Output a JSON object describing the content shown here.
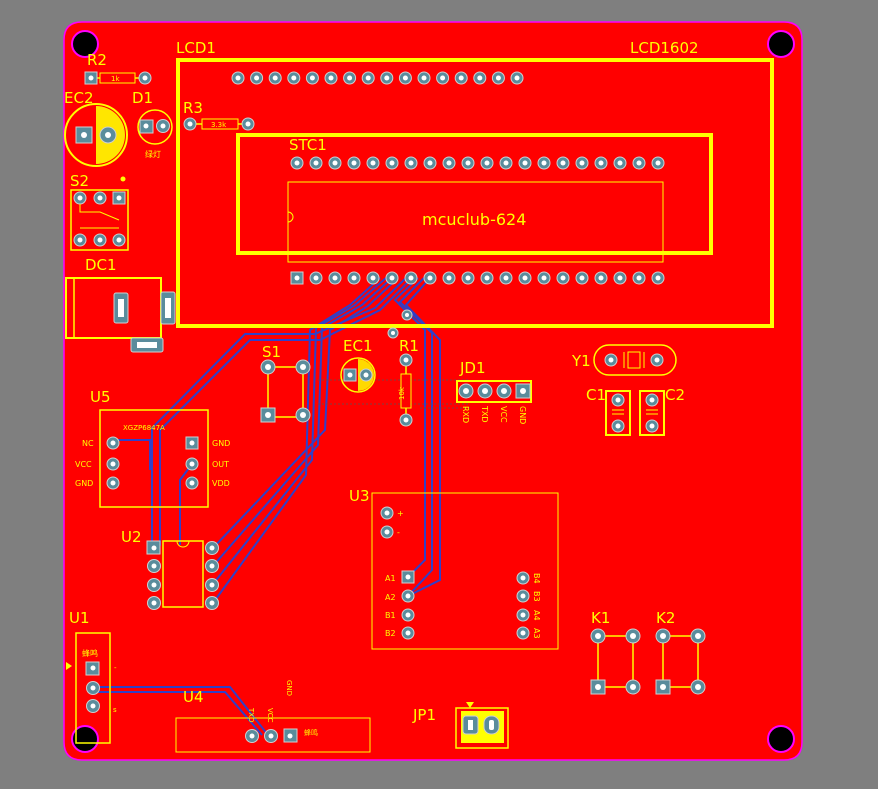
{
  "board": {
    "colors": {
      "background": "#7f7f7f",
      "copper": "#ff0000",
      "outline": "#ff00ff",
      "silkscreen": "#ffff00",
      "pad": "#5a8c9c",
      "bottom_trace": "#3040c8"
    }
  },
  "designators": {
    "lcd1": "LCD1",
    "lcd1602": "LCD1602",
    "r2": "R2",
    "ec2": "EC2",
    "d1": "D1",
    "r3": "R3",
    "stc1": "STC1",
    "s2": "S2",
    "dc1": "DC1",
    "s1": "S1",
    "ec1": "EC1",
    "r1": "R1",
    "jd1": "JD1",
    "y1": "Y1",
    "c1": "C1",
    "c2": "C2",
    "u5": "U5",
    "u2": "U2",
    "u3": "U3",
    "k1": "K1",
    "k2": "K2",
    "u1": "U1",
    "u4": "U4",
    "jp1": "JP1"
  },
  "values": {
    "r2": "1k",
    "r3": "3.3k",
    "r1": "10k",
    "d1": "绿灯",
    "mcu": "mcuclub-624",
    "u5_part": "XGZP6847A"
  },
  "pin_labels": {
    "jd1": [
      "RXD",
      "TXD",
      "VCC",
      "GND"
    ],
    "u5_left": [
      "NC",
      "VCC",
      "GND"
    ],
    "u5_right": [
      "GND",
      "OUT",
      "VDD"
    ],
    "u3_left": [
      "A1",
      "A2",
      "B1",
      "B2"
    ],
    "u3_right": [
      "B4",
      "B3",
      "A4",
      "A3"
    ],
    "u4": [
      "TXD",
      "VCC",
      "GND"
    ],
    "u4_text": "蜂鸣",
    "u1_text": "蜂鸣"
  }
}
